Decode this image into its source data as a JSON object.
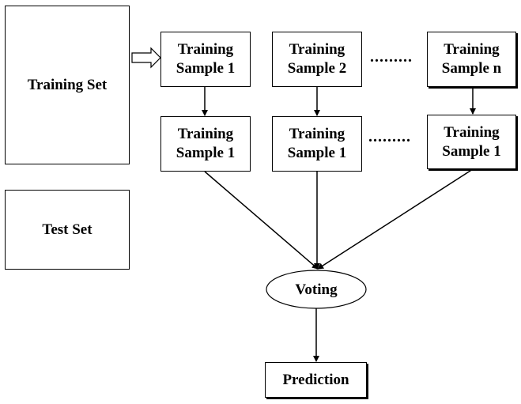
{
  "training_set": {
    "label": "Training Set"
  },
  "test_set": {
    "label": "Test Set"
  },
  "sample_row": [
    {
      "line1": "Training",
      "line2": "Sample 1"
    },
    {
      "line1": "Training",
      "line2": "Sample 2"
    },
    {
      "line1": "Training",
      "line2": "Sample n"
    }
  ],
  "tree_row": [
    {
      "line1": "Training",
      "line2": "Sample 1"
    },
    {
      "line1": "Training",
      "line2": "Sample 1"
    },
    {
      "line1": "Training",
      "line2": "Sample 1"
    }
  ],
  "ellipsis": {
    "row1": ".........",
    "row2": "........."
  },
  "voting": {
    "label": "Voting"
  },
  "prediction": {
    "label": "Prediction"
  }
}
